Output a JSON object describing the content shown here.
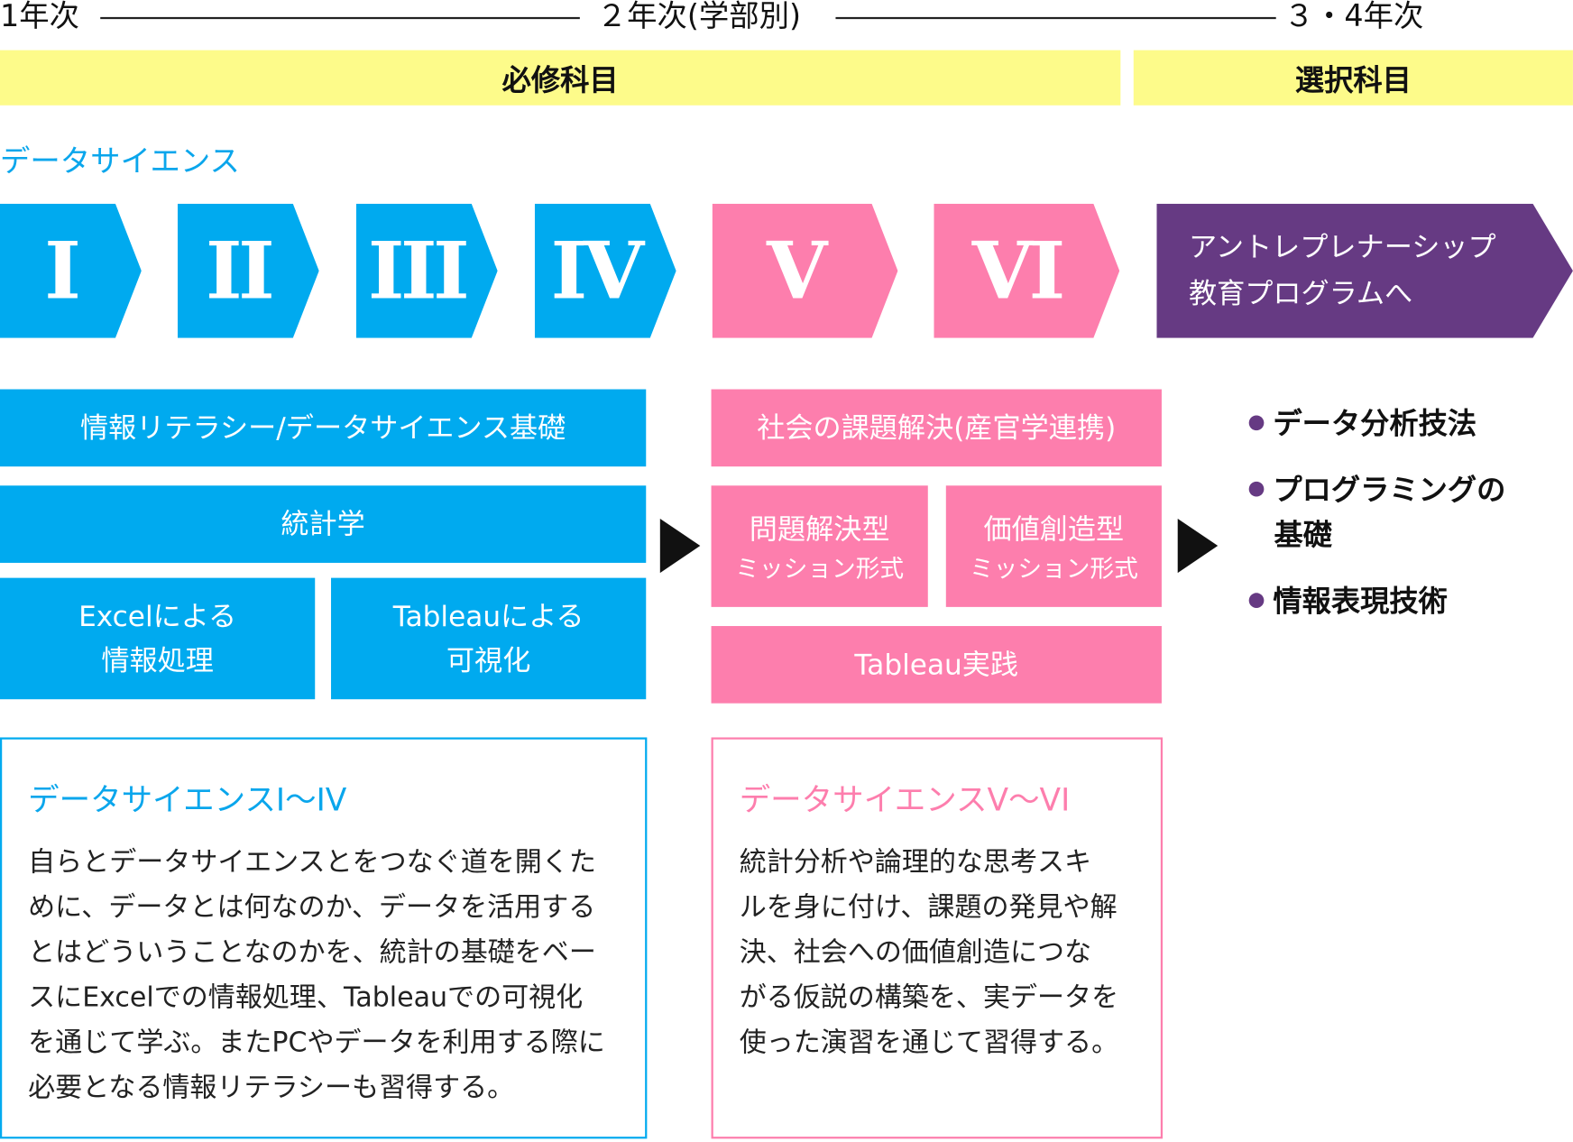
{
  "timeline": {
    "year1": "1年次",
    "year2": "２年次(学部別)",
    "year34": "３・4年次"
  },
  "categories": {
    "required": "必修科目",
    "elective": "選択科目"
  },
  "section_title": "データサイエンス",
  "stages": [
    {
      "label": "I",
      "color": "#00aaef"
    },
    {
      "label": "II",
      "color": "#00aaef"
    },
    {
      "label": "III",
      "color": "#00aaef"
    },
    {
      "label": "IV",
      "color": "#00aaef"
    },
    {
      "label": "V",
      "color": "#fd7ead"
    },
    {
      "label": "VI",
      "color": "#fd7ead"
    }
  ],
  "entrepreneurship": {
    "line1": "アントレプレナーシップ",
    "line2": "教育プログラムへ",
    "color": "#663a83"
  },
  "blue_courses": {
    "literacy": "情報リテラシー/データサイエンス基礎",
    "statistics": "統計学",
    "excel": {
      "line1": "Excelによる",
      "line2": "情報処理"
    },
    "tableau": {
      "line1": "Tableauによる",
      "line2": "可視化"
    }
  },
  "pink_courses": {
    "social": "社会の課題解決(産官学連携)",
    "problem": {
      "line1": "問題解決型",
      "line2": "ミッション形式"
    },
    "value": {
      "line1": "価値創造型",
      "line2": "ミッション形式"
    },
    "tableau_practice": "Tableau実践"
  },
  "electives": [
    {
      "line1": "データ分析技法"
    },
    {
      "line1": "プログラミングの",
      "line2": "基礎"
    },
    {
      "line1": "情報表現技術"
    }
  ],
  "desc_blue": {
    "title": "データサイエンスI～IV",
    "lines": [
      "自らとデータサイエンスとをつなぐ道を開くた",
      "めに、データとは何なのか、データを活用する",
      "とはどういうことなのかを、統計の基礎をベー",
      "スにExcelでの情報処理、Tableauでの可視化",
      "を通じて学ぶ。またPCやデータを利用する際に",
      "必要となる情報リテラシーも習得する。"
    ]
  },
  "desc_pink": {
    "title": "データサイエンスV～VI",
    "lines": [
      "統計分析や論理的な思考スキ",
      "ルを身に付け、課題の発見や解",
      "決、社会への価値創造につな",
      "がる仮説の構築を、実データを",
      "使った演習を通じて習得する。"
    ]
  }
}
